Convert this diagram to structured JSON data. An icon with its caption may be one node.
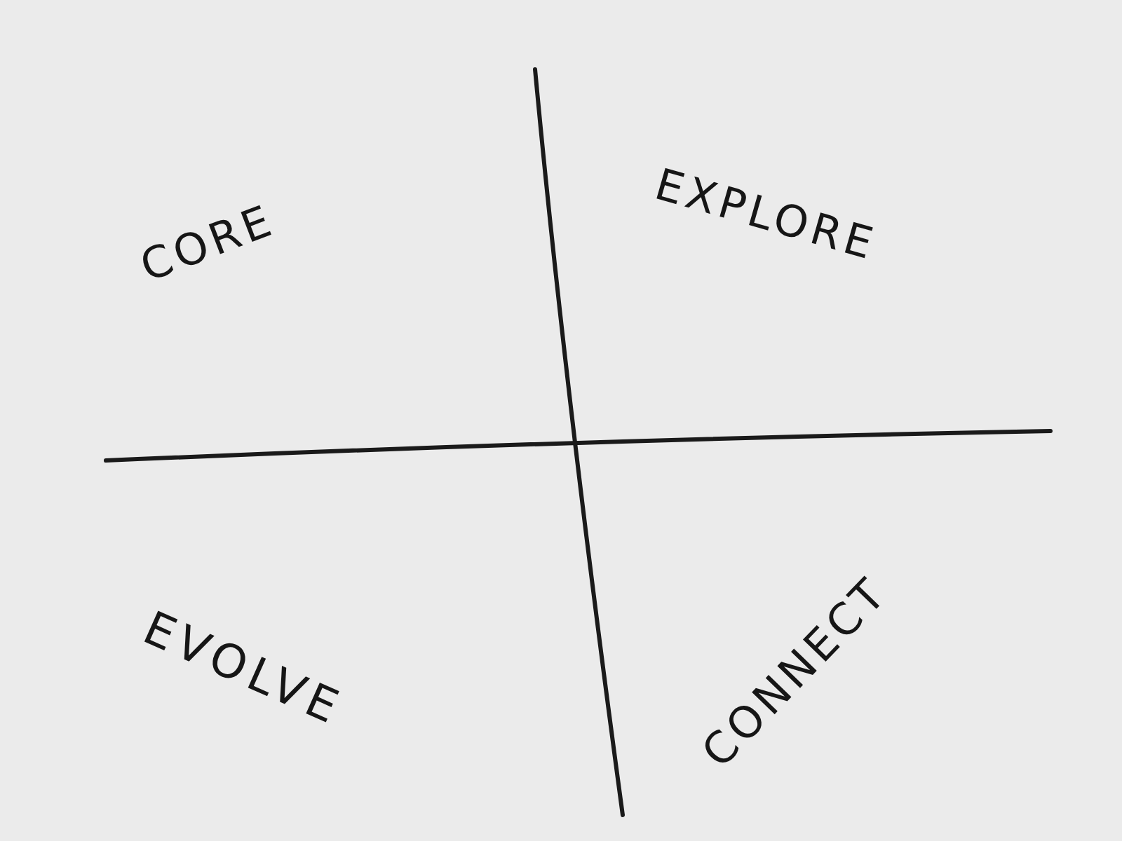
{
  "diagram": {
    "labels": [
      "CORE",
      "EXPLORE",
      "EVOLVE",
      "CONNECT"
    ]
  }
}
